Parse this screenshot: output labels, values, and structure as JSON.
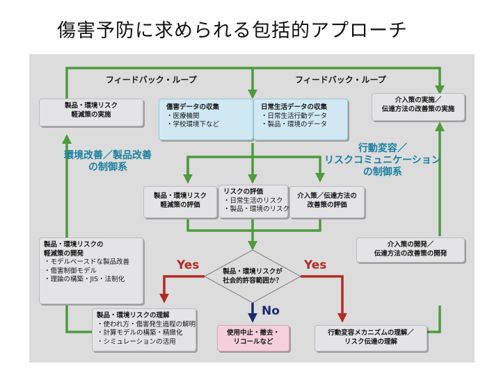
{
  "title": "傷害予防に求められる包括的アプローチ",
  "colors": {
    "green_arrow": "#4e9a3c",
    "red_arrow": "#b42a24",
    "navy_arrow": "#1b2c6e",
    "control_text": "#1b7fa0",
    "blue_box": "#cfe8f2",
    "pink_box": "#f4d0dc"
  },
  "loops": {
    "left_label": "フィードバック・ループ",
    "right_label": "フィードバック・ループ"
  },
  "control_labels": {
    "left": [
      "環境改善／製品改善",
      "の制御系"
    ],
    "right": [
      "行動変容／",
      "リスクコミュニケーション",
      "の制御系"
    ]
  },
  "boxes": {
    "risk_reduction_impl": [
      "製品・環境リスク",
      "軽減策の実施"
    ],
    "injury_data": {
      "title": "傷害データの収集",
      "items": [
        "・医療機関",
        "・学校環境下など"
      ]
    },
    "daily_data": {
      "title": "日常生活データの収集",
      "items": [
        "・日常生活行動データ",
        "・製品・環境のデータ"
      ]
    },
    "intervention_impl": [
      "介入策の実施／",
      "伝達方法の改善策の実施"
    ],
    "risk_reduction_eval": [
      "製品・環境リスク",
      "軽減策の評価"
    ],
    "risk_eval": {
      "title": "リスクの評価",
      "items": [
        "・日常生活のリスク",
        "・製品・環境のリスク"
      ]
    },
    "intervention_eval": [
      "介入策／伝達方法の",
      "改善策の評価"
    ],
    "risk_reduction_dev": {
      "title_lines": [
        "製品・環境リスクの",
        "軽減策の開発"
      ],
      "items": [
        "・モデルベースドな製品改善",
        "・傷害制御モデル",
        "・理論の構築・JIS・法制化"
      ]
    },
    "intervention_dev": [
      "介入策の開発／",
      "伝達方法の改善策の開発"
    ],
    "risk_understanding": {
      "title": "製品・環境リスクの理解",
      "items": [
        "・使われ方・傷害発生過程の解明",
        "・計算モデルの構築・精緻化",
        "・シミュレーションの活用"
      ]
    },
    "stop_use": [
      "使用中止・撤去・",
      "リコールなど"
    ],
    "behavior_understanding": [
      "行動変容メカニズムの理解／",
      "リスク伝達の理解"
    ]
  },
  "decision": {
    "lines": [
      "製品・環境リスクが",
      "社会的許容範囲か？"
    ],
    "yes_left": "Yes",
    "yes_right": "Yes",
    "no": "No"
  }
}
